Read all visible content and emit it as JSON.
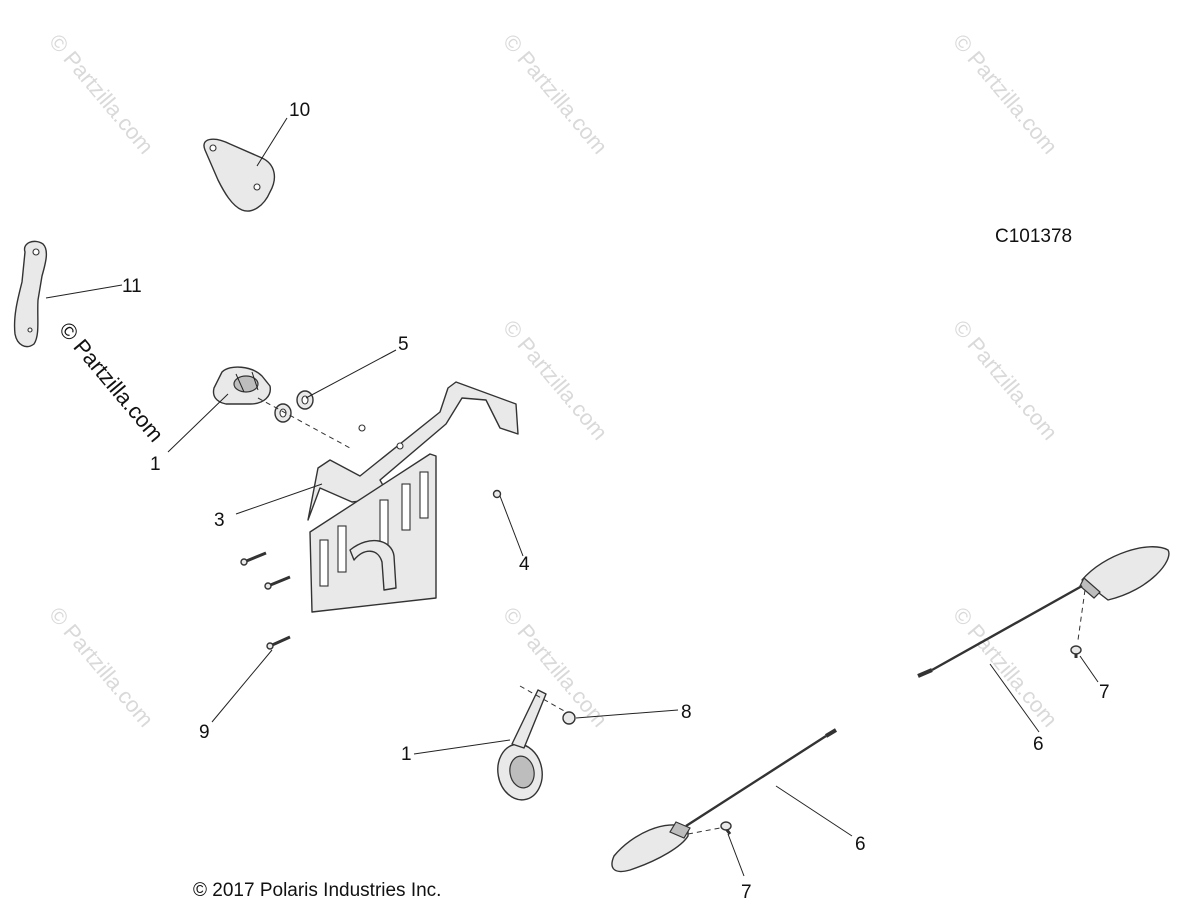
{
  "drawing_id": "C101378",
  "copyright": "© 2017 Polaris Industries Inc.",
  "watermark": "© Partzilla.com",
  "callouts": {
    "c1": "1",
    "c2": "1",
    "c3": "3",
    "c4": "4",
    "c5": "5",
    "c6a": "6",
    "c6b": "6",
    "c7a": "7",
    "c7b": "7",
    "c8": "8",
    "c9": "9",
    "c10": "10",
    "c11": "11"
  }
}
